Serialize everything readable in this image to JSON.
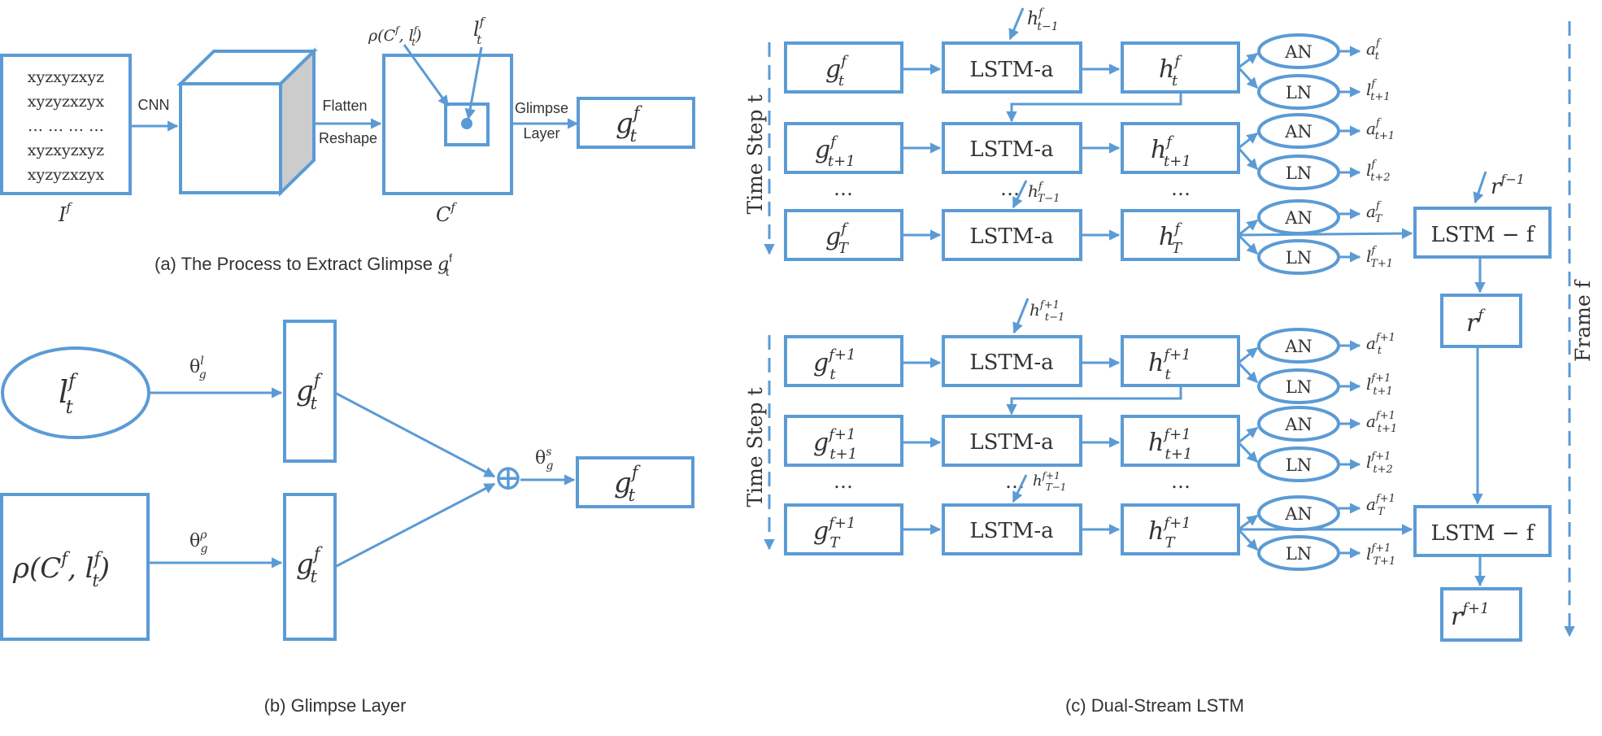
{
  "colors": {
    "stroke": "#5b9bd5",
    "text": "#333333",
    "cube_side": "#cccccc"
  },
  "panel_a": {
    "caption": "(a) The Process to Extract Glimpse ",
    "caption_var": "g",
    "caption_sup": "f",
    "caption_sub": "t",
    "image_text_lines": [
      "xyzxyzxyz",
      "xyzyzxzyx",
      "… … … …",
      "xyzxyzxyz",
      "xyzyzxzyx"
    ],
    "image_label": "I",
    "image_label_sup": "f",
    "cnn_label": "CNN",
    "flatten_label": "Flatten",
    "reshape_label": "Reshape",
    "rho_label": "ρ(C",
    "rho_label_sup": "f",
    "rho_label_mid": ", l",
    "rho_label_sup2": "f",
    "rho_label_sub": "t",
    "rho_label_end": ")",
    "l_label": "l",
    "l_label_sup": "f",
    "l_label_sub": "t",
    "c_label": "C",
    "c_label_sup": "f",
    "glimpse_layer_line1": "Glimpse",
    "glimpse_layer_line2": "Layer",
    "out_var": "g",
    "out_sup": "f",
    "out_sub": "t"
  },
  "panel_b": {
    "caption": "(b) Glimpse Layer",
    "ellipse_var": "l",
    "ellipse_sup": "f",
    "ellipse_sub": "t",
    "rho_box": "ρ(C",
    "rho_box_sup": "f",
    "rho_box_mid": ", l",
    "rho_box_sup2": "f",
    "rho_box_sub": "t",
    "rho_box_end": ")",
    "theta": "θ",
    "theta_l_sup": "l",
    "theta_rho_sup": "ρ",
    "theta_s_sup": "s",
    "theta_sub": "g",
    "g_var": "g",
    "g_sup": "f",
    "g_sub": "t",
    "plus": "⊕"
  },
  "panel_c": {
    "caption": "(c) Dual-Stream LSTM",
    "timestep_label": "Time Step t",
    "frame_label": "Frame f",
    "lstm_a": "LSTM-a",
    "lstm_f": "LSTM − f",
    "an": "AN",
    "ln": "LN",
    "ellipsis": "…",
    "g_var": "g",
    "h_var": "h",
    "a_var": "a",
    "l_var": "l",
    "r_var": "r",
    "stream1": {
      "sup": "f",
      "rows_sub": [
        "t",
        "t+1",
        "T"
      ],
      "a_subs": [
        "t",
        "t+1",
        "T"
      ],
      "l_subs": [
        "t+1",
        "t+2",
        "T+1"
      ],
      "h_in_sub": "t−1",
      "h_mid_sub": "T−1",
      "r_prev_sup": "f−1",
      "r_out_sup": "f"
    },
    "stream2": {
      "sup": "f+1",
      "rows_sub": [
        "t",
        "t+1",
        "T"
      ],
      "a_subs": [
        "t",
        "t+1",
        "T"
      ],
      "l_subs": [
        "t+1",
        "t+2",
        "T+1"
      ],
      "h_in_sub": "t−1",
      "h_mid_sub": "T−1",
      "r_out_sup": "f+1"
    }
  }
}
